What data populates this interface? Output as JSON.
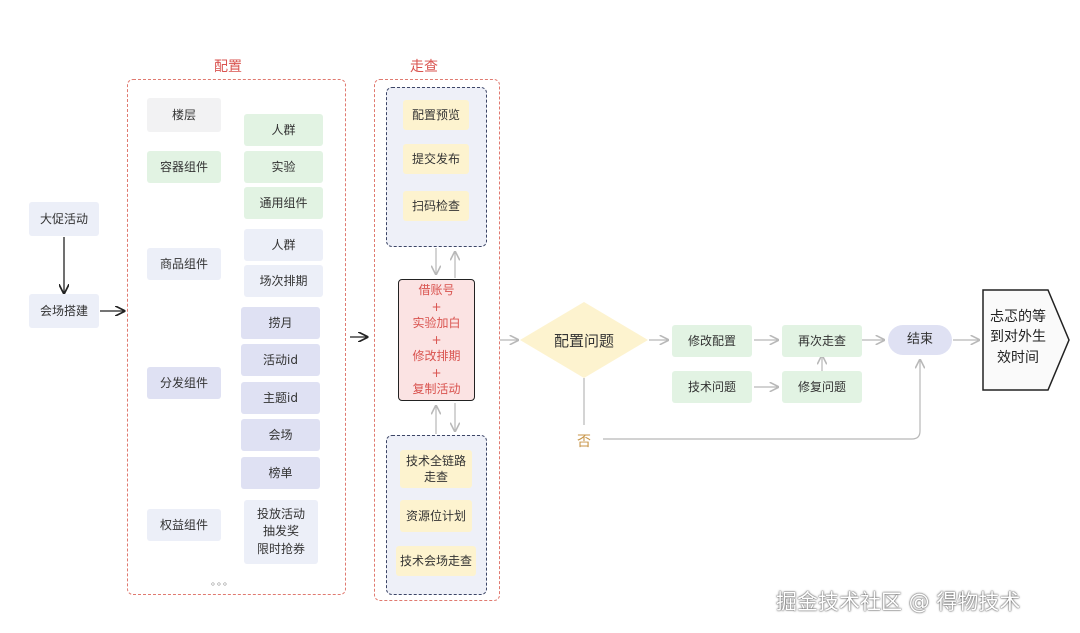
{
  "start": {
    "promo": "大促活动",
    "venue": "会场搭建"
  },
  "config": {
    "title": "配置",
    "floor": "楼层",
    "container": "容器组件",
    "container_items": [
      "人群",
      "实验",
      "通用组件"
    ],
    "product": "商品组件",
    "product_items": [
      "人群",
      "场次排期"
    ],
    "distribute": "分发组件",
    "distribute_items": [
      "捞月",
      "活动id",
      "主题id",
      "会场",
      "榜单"
    ],
    "rights": "权益组件",
    "rights_items": "投放活动\n抽发奖\n限时抢券",
    "ellipsis": "。。。"
  },
  "inspect": {
    "title": "走查",
    "steps": [
      "配置预览",
      "提交发布",
      "扫码检查"
    ],
    "account": "借账号\n+\n实验加白\n+\n修改排期\n+\n复制活动",
    "tech_items": [
      "技术全链路\n走查",
      "资源位计划",
      "技术会场走查"
    ]
  },
  "flow": {
    "decision": "配置问题",
    "no_label": "否",
    "modify_config": "修改配置",
    "tech_issue": "技术问题",
    "re_inspect": "再次走查",
    "fix_issue": "修复问题",
    "end": "结束",
    "effect_wait": "忐忑的等\n到对外生\n效时间"
  },
  "watermark": "掘金技术社区 @ 得物技术",
  "colors": {
    "section_red": "#d9534f",
    "decision_yellow": "#fdf3cf",
    "end_purple": "#dfe1f3"
  }
}
